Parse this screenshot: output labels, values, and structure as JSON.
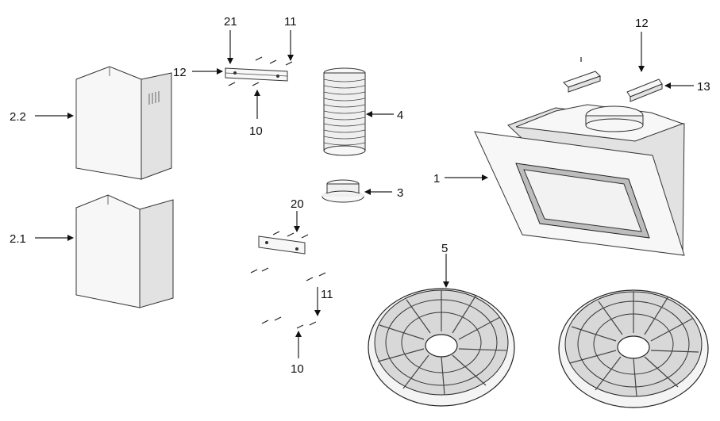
{
  "labels": {
    "l_2_2": "2.2",
    "l_2_1": "2.1",
    "l_21": "21",
    "l_11_top": "11",
    "l_12_left": "12",
    "l_10_top": "10",
    "l_4": "4",
    "l_3": "3",
    "l_20": "20",
    "l_11_bottom": "11",
    "l_10_bottom": "10",
    "l_5": "5",
    "l_1": "1",
    "l_12_right": "12",
    "l_13": "13"
  }
}
